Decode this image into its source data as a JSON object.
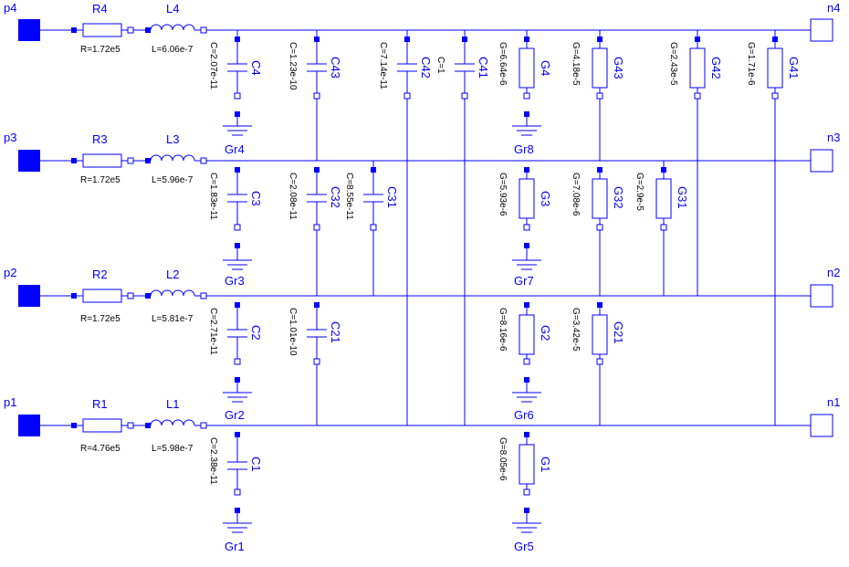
{
  "ports_left": [
    "p4",
    "p3",
    "p2",
    "p1"
  ],
  "ports_right": [
    "n4",
    "n3",
    "n2",
    "n1"
  ],
  "resistors": [
    {
      "name": "R4",
      "value": "R=1.72e5"
    },
    {
      "name": "R3",
      "value": "R=1.72e5"
    },
    {
      "name": "R2",
      "value": "R=1.72e5"
    },
    {
      "name": "R1",
      "value": "R=4.76e5"
    }
  ],
  "inductors": [
    {
      "name": "L4",
      "value": "L=6.06e-7"
    },
    {
      "name": "L3",
      "value": "L=5.96e-7"
    },
    {
      "name": "L2",
      "value": "L=5.81e-7"
    },
    {
      "name": "L1",
      "value": "L=5.98e-7"
    }
  ],
  "capacitors": [
    {
      "name": "C4",
      "value": "C=2.07e-11"
    },
    {
      "name": "C3",
      "value": "C=1.83e-11"
    },
    {
      "name": "C2",
      "value": "C=2.71e-11"
    },
    {
      "name": "C1",
      "value": "C=2.38e-11"
    },
    {
      "name": "C43",
      "value": "C=1.23e-10"
    },
    {
      "name": "C32",
      "value": "C=2.08e-11"
    },
    {
      "name": "C21",
      "value": "C=1.01e-10"
    },
    {
      "name": "C42",
      "value": "C=7.14e-11"
    },
    {
      "name": "C41",
      "value": "C=1"
    },
    {
      "name": "C31",
      "value": "C=8.55e-11"
    }
  ],
  "conductances": [
    {
      "name": "G4",
      "value": "G=6.64e-6"
    },
    {
      "name": "G3",
      "value": "G=5.93e-6"
    },
    {
      "name": "G2",
      "value": "G=8.16e-6"
    },
    {
      "name": "G1",
      "value": "G=8.05e-6"
    },
    {
      "name": "G43",
      "value": "G=4.18e-5"
    },
    {
      "name": "G32",
      "value": "G=7.08e-6"
    },
    {
      "name": "G21",
      "value": "G=3.42e-5"
    },
    {
      "name": "G42",
      "value": "G=2.43e-5"
    },
    {
      "name": "G31",
      "value": "G=2.9e-5"
    },
    {
      "name": "G41",
      "value": "G=1.71e-6"
    }
  ],
  "grounds": [
    "Gr4",
    "Gr3",
    "Gr2",
    "Gr1",
    "Gr8",
    "Gr7",
    "Gr6",
    "Gr5"
  ]
}
